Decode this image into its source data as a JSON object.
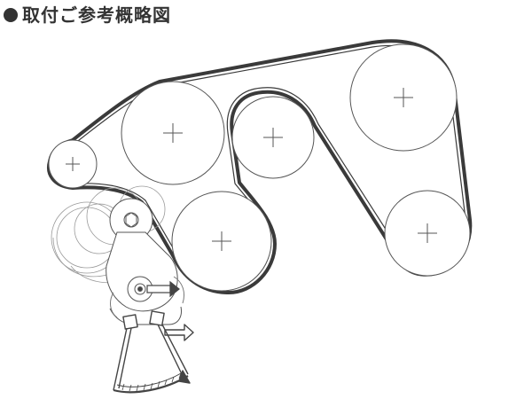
{
  "title": {
    "text": "取付ご参考概略図",
    "bullet_icon": "filled-circle-icon",
    "color": "#333333"
  },
  "diagram": {
    "description_type": "serpentine-belt-routing",
    "belt_color": "#3a3a3a",
    "line_color": "#555555",
    "pulley_count": 7,
    "has_tensioner": true,
    "has_wrench_tool": true
  }
}
